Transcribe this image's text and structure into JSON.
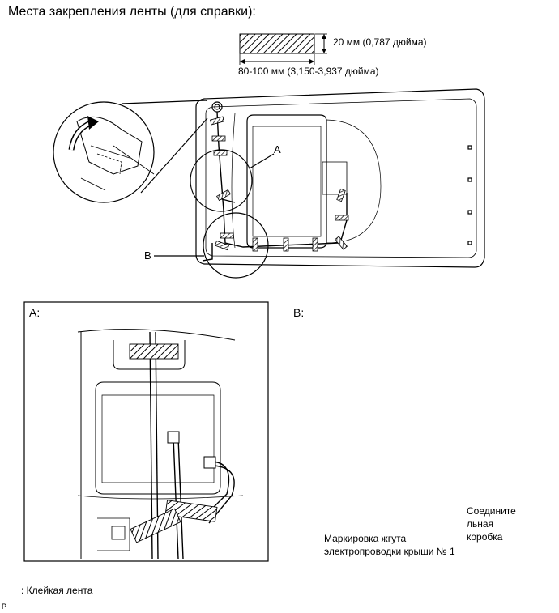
{
  "title": "Места закрепления ленты (для справки):",
  "legend_dims": {
    "width_label": "20 мм (0,787 дюйма)",
    "length_label": "80-100 мм (3,150-3,937 дюйма)"
  },
  "overview": {
    "callout_a": "A",
    "callout_b": "B"
  },
  "panel_a": {
    "label": "A:"
  },
  "panel_b": {
    "label": "B:",
    "connector_label_line1": "Соедините",
    "connector_label_line2": "льная",
    "connector_label_line3": "коробка",
    "harness_label_line1": "Маркировка жгута",
    "harness_label_line2": "электропроводки крыши № 1"
  },
  "footer": {
    "legend_text": ": Клейкая лента",
    "corner_mark": "P"
  }
}
